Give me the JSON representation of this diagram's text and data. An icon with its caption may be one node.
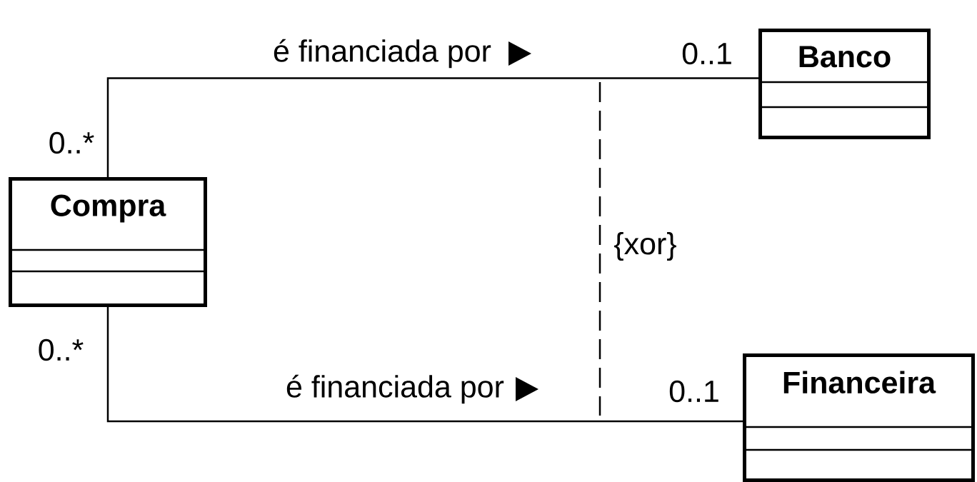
{
  "diagram": {
    "nodes": [
      {
        "text": [
          "Compra"
        ]
      },
      {
        "text": [
          "Banco"
        ]
      },
      {
        "text": [
          "Financeira"
        ]
      }
    ],
    "edges": [
      {
        "from": 0,
        "to": 1,
        "arrow": "none",
        "label": "é financiada por"
      },
      {
        "from": 0,
        "to": 2,
        "arrow": "none",
        "label": "é financiada por"
      }
    ],
    "labels": [
      "0..1",
      "0..*",
      "{xor}",
      "0..*",
      "0..1"
    ]
  }
}
